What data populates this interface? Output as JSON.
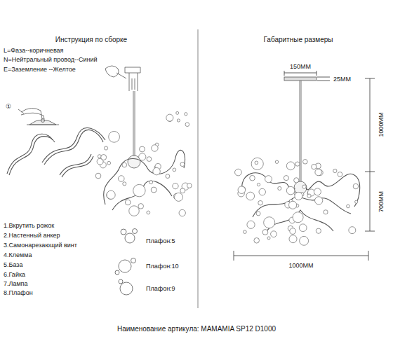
{
  "diagram": {
    "caption": "Наименование артикула: MAMAMIA SP12 D1000",
    "labels": [
      "Инструкция по сборке",
      "Габаритные размеры",
      "L=Фаза--коричневая",
      "N=Нейтральный провод--Синий",
      "E=Заземление --Желтое",
      "①",
      "1.Вкрутить рожок",
      "2.Настенный анкер",
      "3.Самонарезающий винт",
      "4.Клемма",
      "5.База",
      "6.Гайка",
      "7.Лампа",
      "8.Плафон",
      "Плафон:5",
      "Плафон:10",
      "Плафон:9",
      "150MM",
      "25MM",
      "1000MM",
      "700MM",
      "1000MM"
    ]
  }
}
